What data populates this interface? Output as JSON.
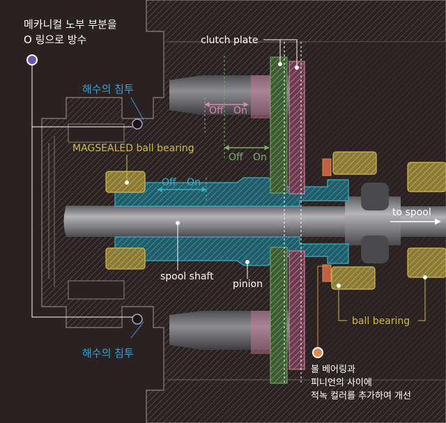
{
  "labels": {
    "o_ring_line1": "메카니컬 노부 부분을",
    "o_ring_line2": "O 링으로 방수",
    "seawater_top": "해수의 침투",
    "seawater_bottom": "해수의 침투",
    "magsealed": "MAGSEALED ball bearing",
    "clutch_plate": "clutch plate",
    "off_1": "Off",
    "on_1": "On",
    "off_2": "Off",
    "on_2": "On",
    "off_3": "Off",
    "on_3": "On",
    "to_spool": "to spool",
    "spool_shaft": "spool shaft",
    "pinion": "pinion",
    "ball_bearing": "ball bearing",
    "collar_line1": "볼 베어링과",
    "collar_line2": "피니언의 사이에",
    "collar_line3": "적녹 컬러를 추가하여 개선"
  },
  "colors": {
    "background": "#2a2220",
    "housing_line": "#8a8480",
    "shaft": "#8d8d90",
    "pinion": "#2f8ea0",
    "bearing": "#c9b15a",
    "clutch_green": "#6f9a5a",
    "clutch_pink": "#c97a9a",
    "accent_blue": "#3aa0e0",
    "accent_yellow": "#d4b84a",
    "marker_purple": "#6a5aa8",
    "marker_orange": "#e08a50"
  }
}
